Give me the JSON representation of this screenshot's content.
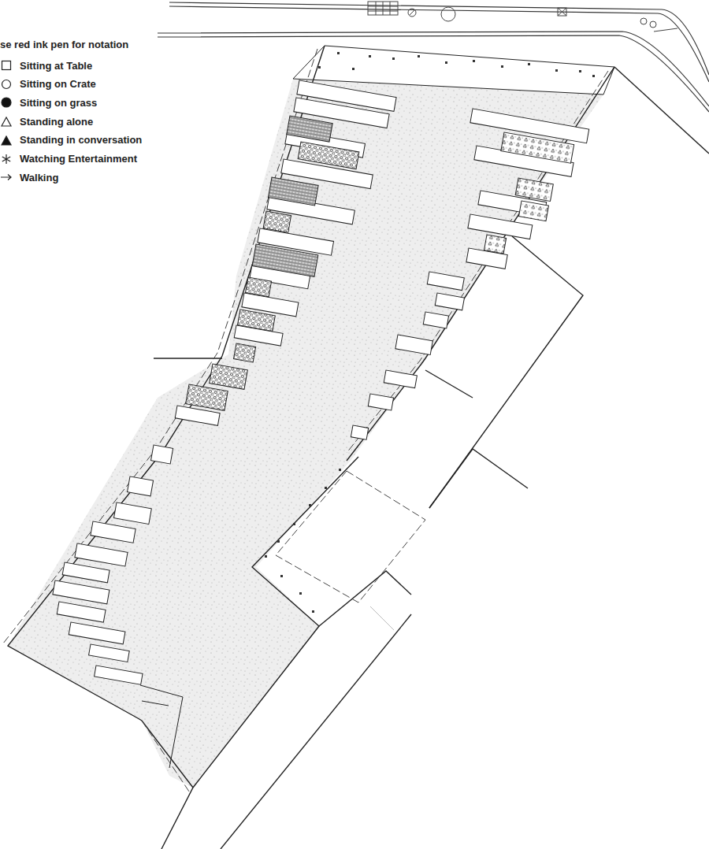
{
  "diagram": {
    "labels": [
      "se red ink pen for notation"
    ],
    "legend": [
      {
        "text": "Sitting at Table"
      },
      {
        "text": "Sitting on Crate"
      },
      {
        "text": "Sitting on grass"
      },
      {
        "text": "Standing alone"
      },
      {
        "text": "Standing in conversation"
      },
      {
        "text": "Watching Entertainment"
      },
      {
        "text": "Walking"
      }
    ]
  }
}
